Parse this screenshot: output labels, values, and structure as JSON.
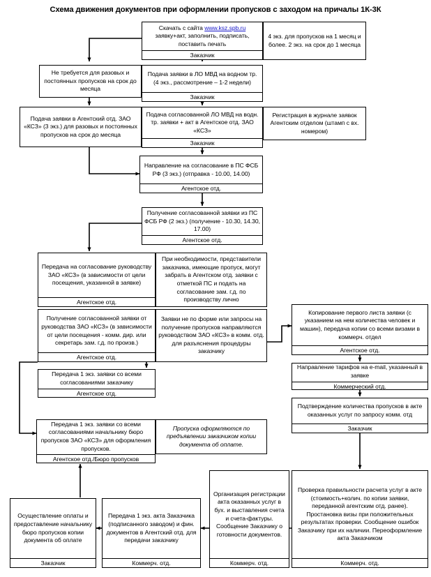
{
  "title": "Схема движения документов при оформлении пропусков с заходом на причалы 1К-3К",
  "link_text": "www.ksz.spb.ru",
  "boxes": {
    "download": {
      "text_before": "Скачать с сайта ",
      "text_after": " заявку+акт, заполнить, подписать, поставить печать",
      "actor": "Заказчик"
    },
    "copies_note": {
      "text": "4 экз. для пропусков на 1 месяц и более. 2 экз. на срок до 1 месяца",
      "actor": ""
    },
    "not_required": {
      "text": "Не требуется для разовых и постоянных пропусков на срок до месяца",
      "actor": ""
    },
    "submit_lo_mvd": {
      "text": "Подача заявки в ЛО МВД на водном тр. (4 экз., рассмотрение – 1-2 недели)",
      "actor": "Заказчик"
    },
    "submit_agency": {
      "text": "Подача заявки в Агентский отд. ЗАО «КСЗ» (3 экз.) для разовых и постоянных пропусков на срок до месяца",
      "actor": "Заказчик"
    },
    "submit_approved_lo": {
      "text": "Подача согласованной ЛО МВД на водн. тр. заявки + акт в Агентское отд. ЗАО «КСЗ»",
      "actor": "Заказчик"
    },
    "registration": {
      "text": "Регистрация в журнале заявок Агентским отделом (штамп с вх. номером)",
      "actor": ""
    },
    "send_fsb": {
      "text": "Направление на согласование в ПС ФСБ РФ (3 экз.) (отправка - 10.00, 14.00)",
      "actor": "Агентское отд."
    },
    "receive_fsb": {
      "text": "Получение согласованной заявки из ПС ФСБ РФ (2 экз.) (получение - 10.30, 14.30, 17.00)",
      "actor": "Агентское отд."
    },
    "transfer_mgmt": {
      "text": "Передача на согласование руководству ЗАО «КСЗ» (в зависимости от цели посещения, указанной в заявке)",
      "actor": "Агентское отд."
    },
    "if_needed": {
      "text": "При необходимости, представители заказчика, имеющие пропуск, могут забрать в Агентском отд. заявки с отметкой ПС и подать на согласование зам. г.д. по производству лично",
      "actor": ""
    },
    "receive_mgmt": {
      "text": "Получение согласованной заявки от руководства ЗАО «КСЗ» (в зависимости от цели посещения - комм. дир. или секретарь зам. г.д. по произв.)",
      "actor": "Агентское отд."
    },
    "wrong_form": {
      "text": "Заявки не по форме или запросы на получение пропусков направляются руководством ЗАО «КСЗ» в комм. отд. для разъяснения процедуры заказчику",
      "actor": ""
    },
    "copy_first_page": {
      "text": "Копирование первого листа заявки (с указанием на нем количества человек и машин), передача копии со всеми визами в коммерч. отдел",
      "actor": "Агентское отд."
    },
    "send_tariffs": {
      "text": "Направление тарифов на e-mail, указанный в заявке",
      "actor": "Коммерческий отд."
    },
    "confirm_count": {
      "text": "Подтверждение количества пропусков в акте оказанных услуг по запросу комм. отд",
      "actor": "Заказчик"
    },
    "transfer_copy_customer": {
      "text": "Передача 1 экз. заявки со всеми согласованиями заказчику",
      "actor": "Агентское отд."
    },
    "transfer_chief": {
      "text": "Передача 1 экз. заявки со всеми согласованиями начальнику бюро пропусков ЗАО «КСЗ» для оформления пропусков.",
      "actor": "Агентское отд./Бюро пропусков"
    },
    "passes_issued": {
      "text": "Пропуска оформляются по предъявлении заказчиком копии документа об оплате.",
      "actor": ""
    },
    "check_calc": {
      "text": "Проверка правильности расчета услуг в акте (стоимость+колич. по копии заявки, переданной агентским отд. ранее). Простановка визы при положительных результатах проверки. Сообщение ошибок Заказчику при их наличии. Переоформление акта Заказчиком",
      "actor": "Коммерч. отд."
    },
    "register_act": {
      "text": "Организация регистрации акта оказанных услуг в бух. и выставления счета и счета-фактуры. Сообщение Заказчику о готовности документов.",
      "actor": "Коммерч. отд."
    },
    "transfer_act": {
      "text": "Передача 1 экз. акта Заказчика (подписанного заводом) и фин. документов в Агентский отд. для передачи заказчику",
      "actor": "Коммерч. отд."
    },
    "payment": {
      "text": "Осуществление оплаты и предоставление начальнику бюро пропусков копии документа об оплате",
      "actor": "Заказчик"
    }
  }
}
